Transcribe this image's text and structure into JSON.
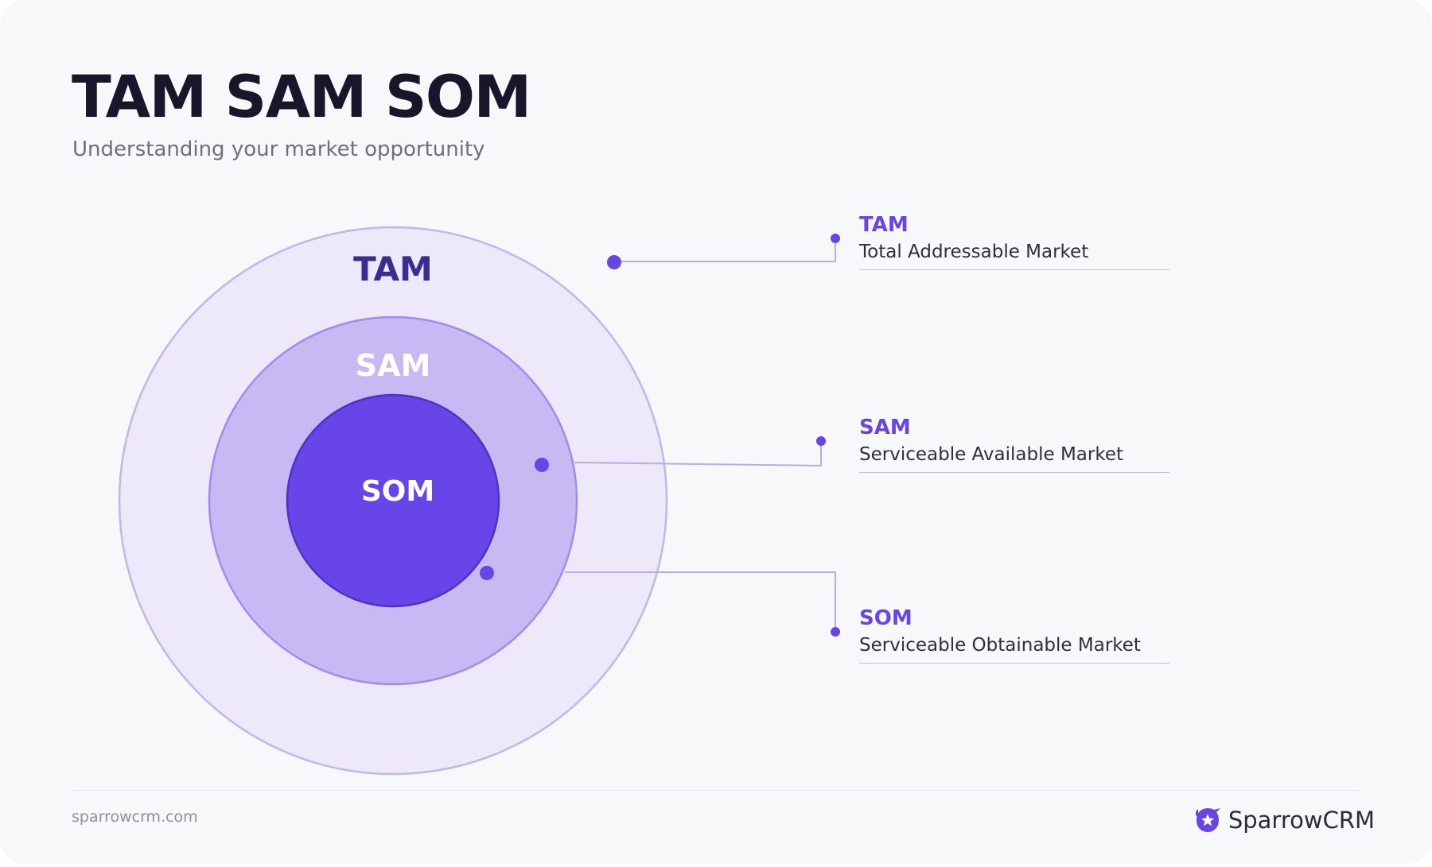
{
  "header": {
    "title": "TAM SAM SOM",
    "subtitle": "Understanding your market opportunity"
  },
  "diagram": {
    "rings": [
      {
        "label": "TAM",
        "fill": "#ede8fa",
        "stroke": "#c2b5f0",
        "text_color": "#3b2d8f"
      },
      {
        "label": "SAM",
        "fill": "#c6b9f4",
        "stroke": "#9f8ced",
        "text_color": "#ffffff"
      },
      {
        "label": "SOM",
        "fill": "#6845e8",
        "stroke": "#4f31c4",
        "text_color": "#ffffff"
      }
    ],
    "connector_color": "#b9aaf2",
    "dot_color": "#6a45e6"
  },
  "legend": [
    {
      "abbr": "TAM",
      "full": "Total Addressable Market"
    },
    {
      "abbr": "SAM",
      "full": "Serviceable Available Market"
    },
    {
      "abbr": "SOM",
      "full": "Serviceable Obtainable Market"
    }
  ],
  "footer": {
    "url": "sparrowcrm.com",
    "brand": "SparrowCRM",
    "brand_icon": "sparrow-logo-icon"
  }
}
